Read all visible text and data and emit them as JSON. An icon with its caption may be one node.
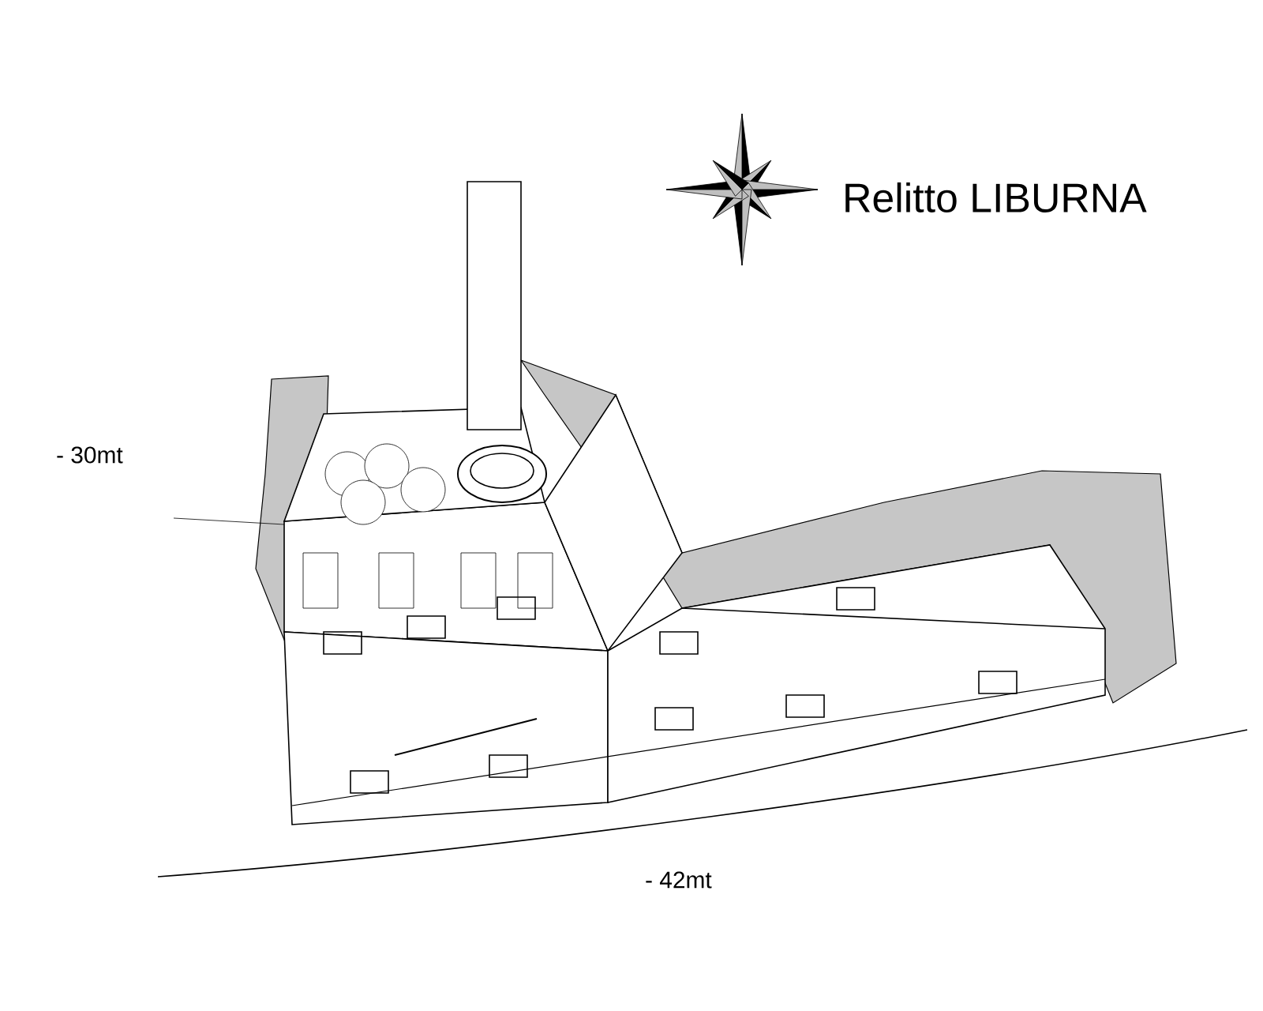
{
  "diagram": {
    "title": "Relitto LIBURNA",
    "labels": [
      "- 30mt",
      "- 42mt"
    ]
  }
}
